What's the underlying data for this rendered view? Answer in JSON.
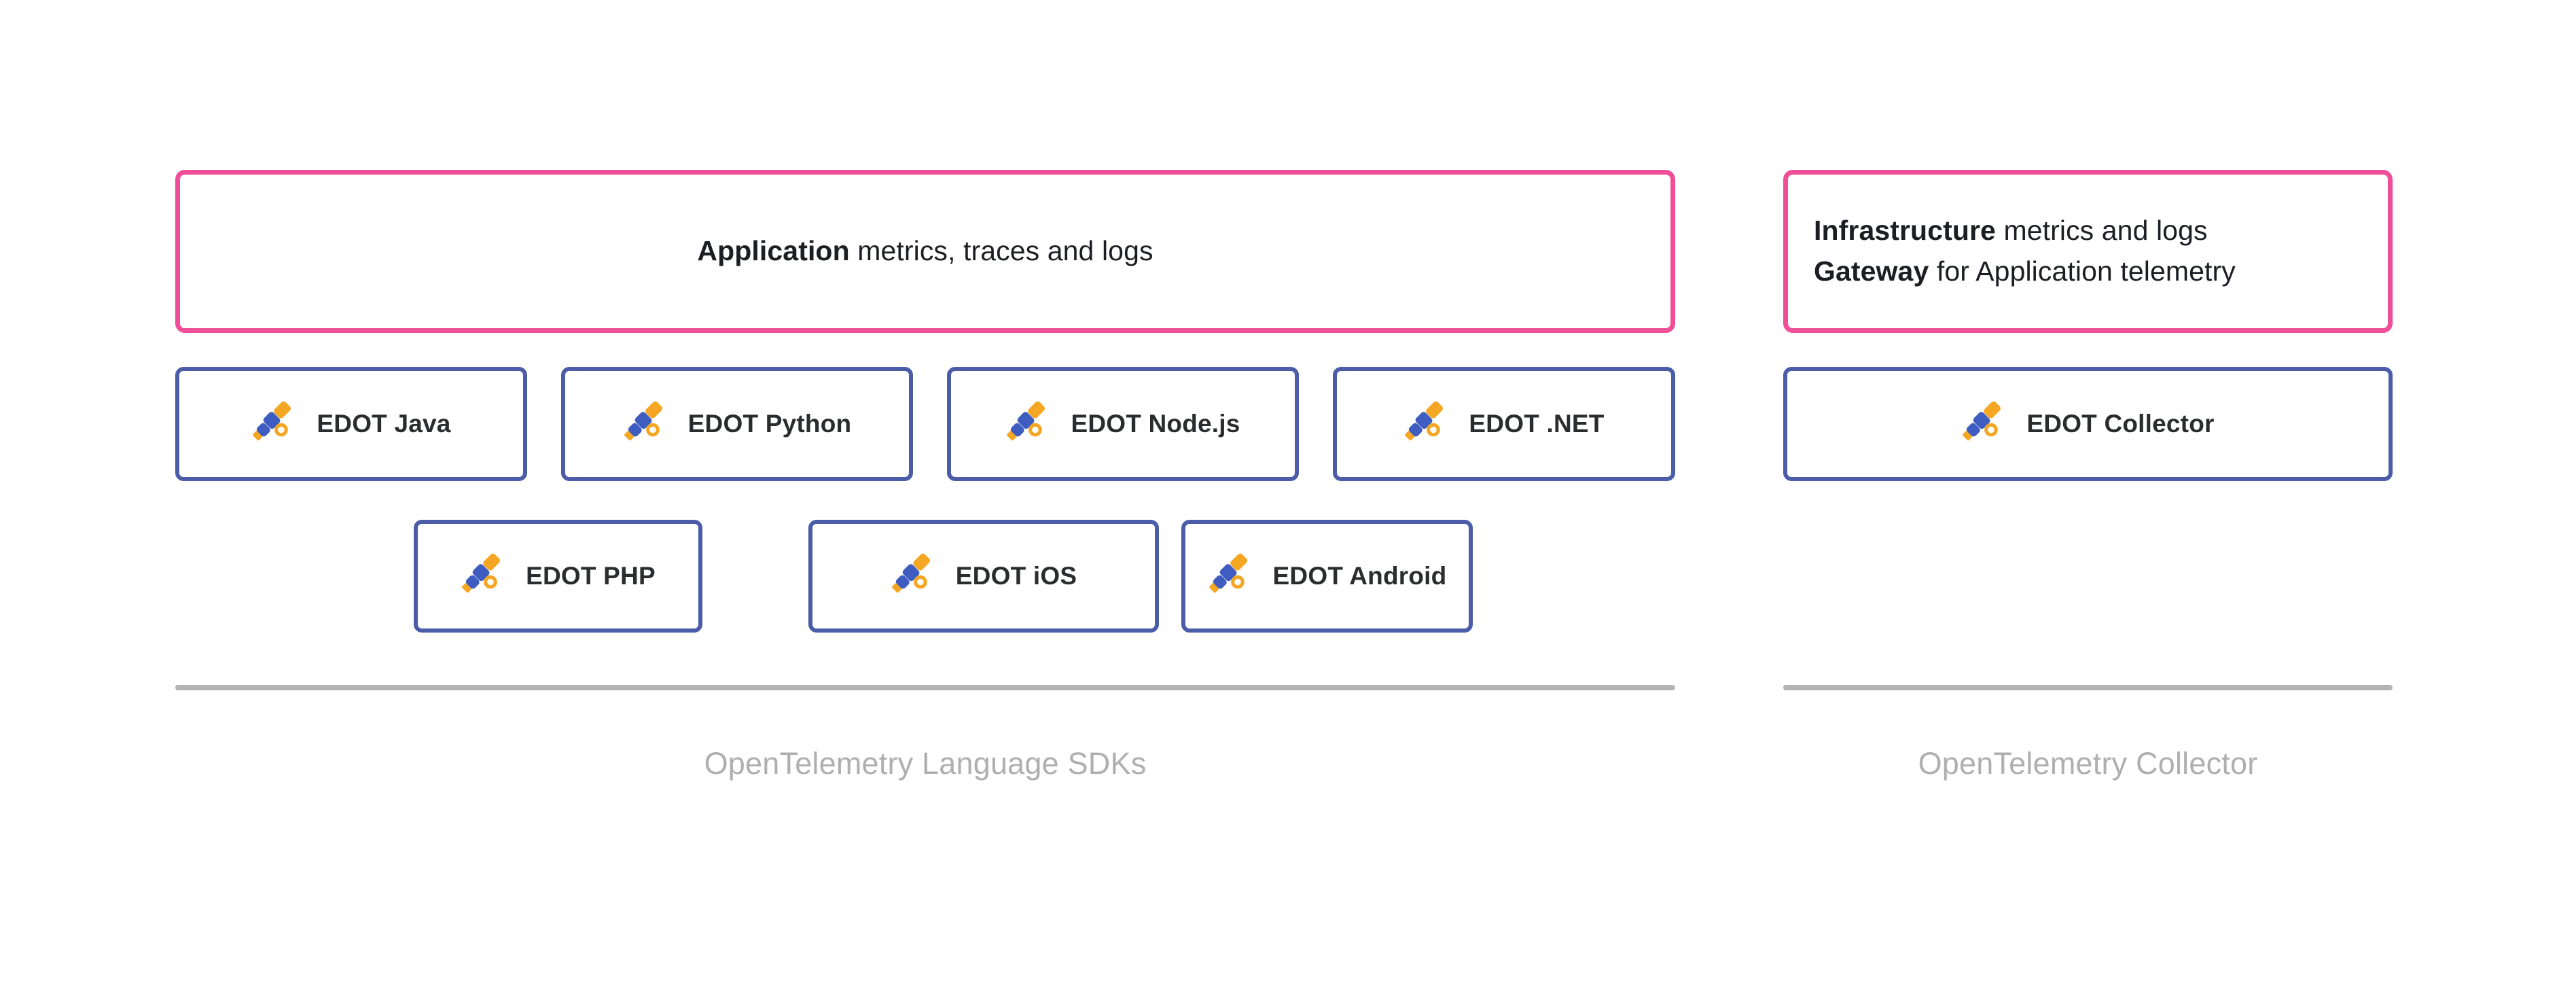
{
  "colors": {
    "accent_pink": "#F04E98",
    "accent_blue": "#4B5DA8",
    "divider_gray": "#B4B4B4",
    "caption_gray": "#AFAFAF",
    "text_dark": "#1c1e23",
    "icon_orange": "#F5A623",
    "icon_blue": "#3F5CC0"
  },
  "left_group": {
    "banner": {
      "bold": "Application",
      "rest": " metrics, traces and logs"
    },
    "row1": [
      {
        "icon": "telescope-icon",
        "label": "EDOT Java"
      },
      {
        "icon": "telescope-icon",
        "label": "EDOT Python"
      },
      {
        "icon": "telescope-icon",
        "label": "EDOT Node.js"
      },
      {
        "icon": "telescope-icon",
        "label": "EDOT .NET"
      }
    ],
    "row2": [
      {
        "icon": "telescope-icon",
        "label": "EDOT PHP"
      },
      {
        "icon": "telescope-icon",
        "label": "EDOT iOS"
      },
      {
        "icon": "telescope-icon",
        "label": "EDOT Android"
      }
    ],
    "caption": "OpenTelemetry Language SDKs"
  },
  "right_group": {
    "banner": {
      "line1_bold": "Infrastructure",
      "line1_rest": " metrics and logs",
      "line2_bold": "Gateway",
      "line2_rest": " for Application telemetry"
    },
    "card": {
      "icon": "telescope-icon",
      "label": "EDOT Collector"
    },
    "caption": "OpenTelemetry Collector"
  }
}
